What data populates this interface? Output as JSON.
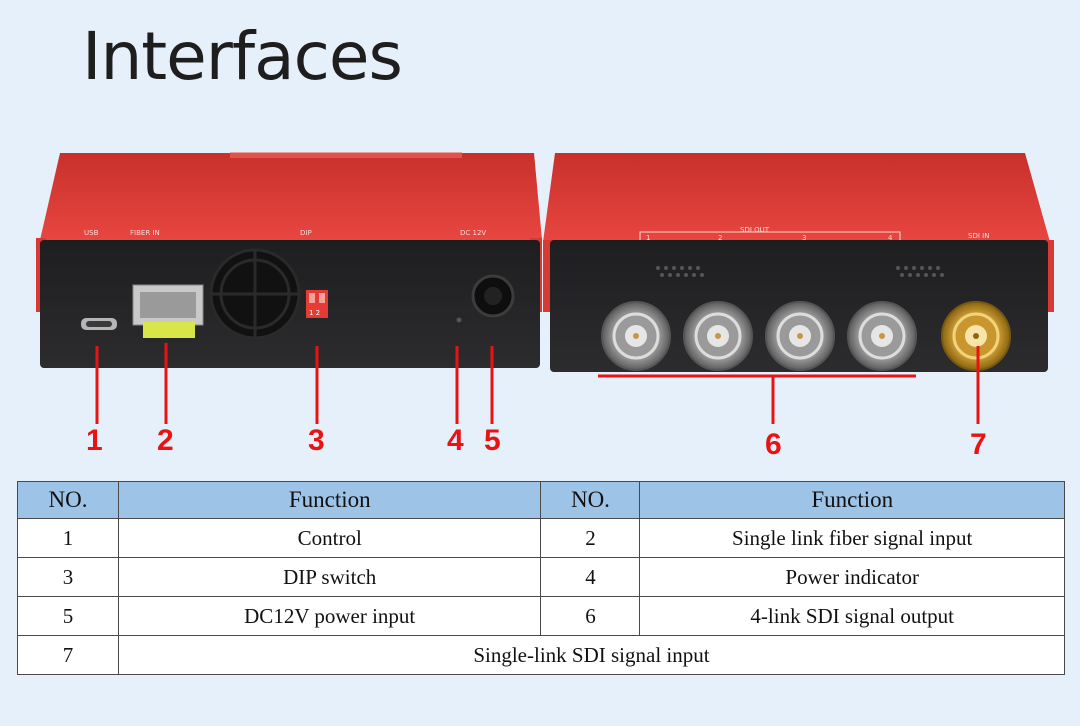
{
  "title": "Interfaces",
  "device_labels": {
    "usb": "USB",
    "fiber_in": "FIBER IN",
    "dip": "DIP",
    "dc12v": "DC 12V",
    "sdi_out": "SDI OUT",
    "sdi_in": "SDI IN",
    "dip_keys": "1 2",
    "out_ports": [
      "1",
      "2",
      "3",
      "4"
    ]
  },
  "markers": [
    "1",
    "2",
    "3",
    "4",
    "5",
    "6",
    "7"
  ],
  "table": {
    "headers": [
      "NO.",
      "Function",
      "NO.",
      "Function"
    ],
    "rows": [
      {
        "no1": "1",
        "fn1": "Control",
        "no2": "2",
        "fn2": "Single link fiber signal input"
      },
      {
        "no1": "3",
        "fn1": "DIP switch",
        "no2": "4",
        "fn2": "Power indicator"
      },
      {
        "no1": "5",
        "fn1": "DC12V power input",
        "no2": "6",
        "fn2": "4-link SDI signal output"
      }
    ],
    "last_row": {
      "no": "7",
      "fn": "Single-link SDI signal input"
    }
  },
  "colors": {
    "background": "#e6f0fa",
    "device_red": "#e03a35",
    "marker_red": "#e81414",
    "header_blue": "#9dc3e6"
  }
}
